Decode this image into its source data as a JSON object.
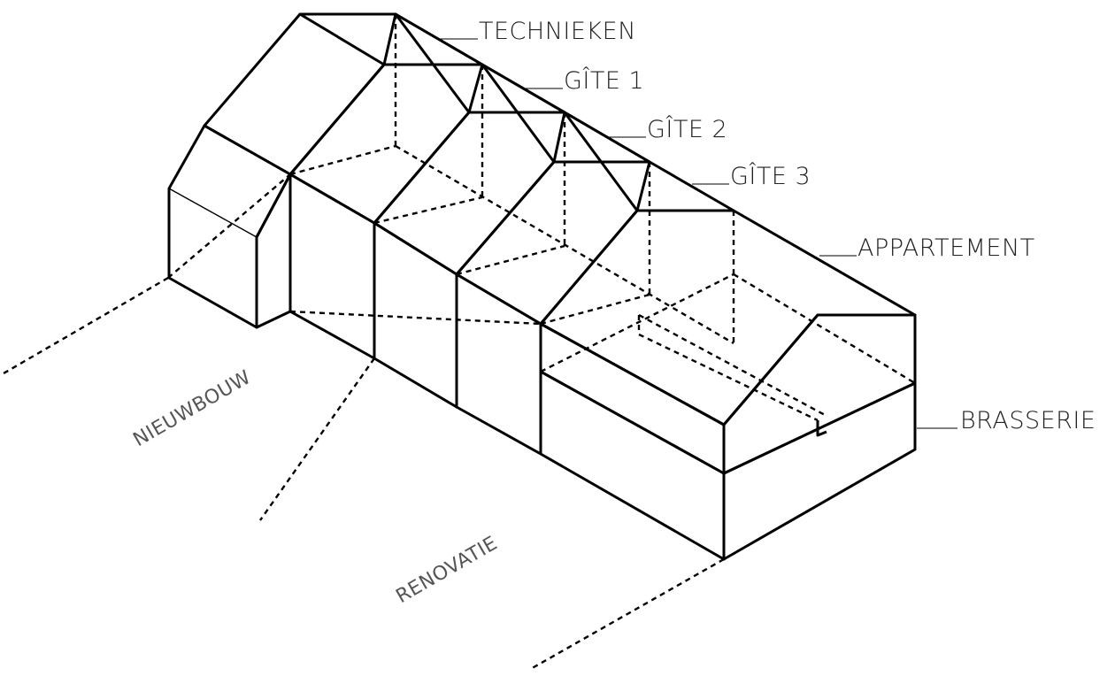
{
  "labels": {
    "technieken": "TECHNIEKEN",
    "gite1": "GÎTE 1",
    "gite2": "GÎTE 2",
    "gite3": "GÎTE 3",
    "appartement": "APPARTEMENT",
    "brasserie": "BRASSERIE"
  },
  "zones": {
    "nieuwbouw": "NIEUWBOUW",
    "renovatie": "RENOVATIE"
  },
  "colors": {
    "technieken": "#555555",
    "gite1": "#7a7a7a",
    "gite2": "#a3a3a3",
    "gite3": "#d0d0d0",
    "appartement": "#ffffff",
    "brasserie": "#555555"
  }
}
